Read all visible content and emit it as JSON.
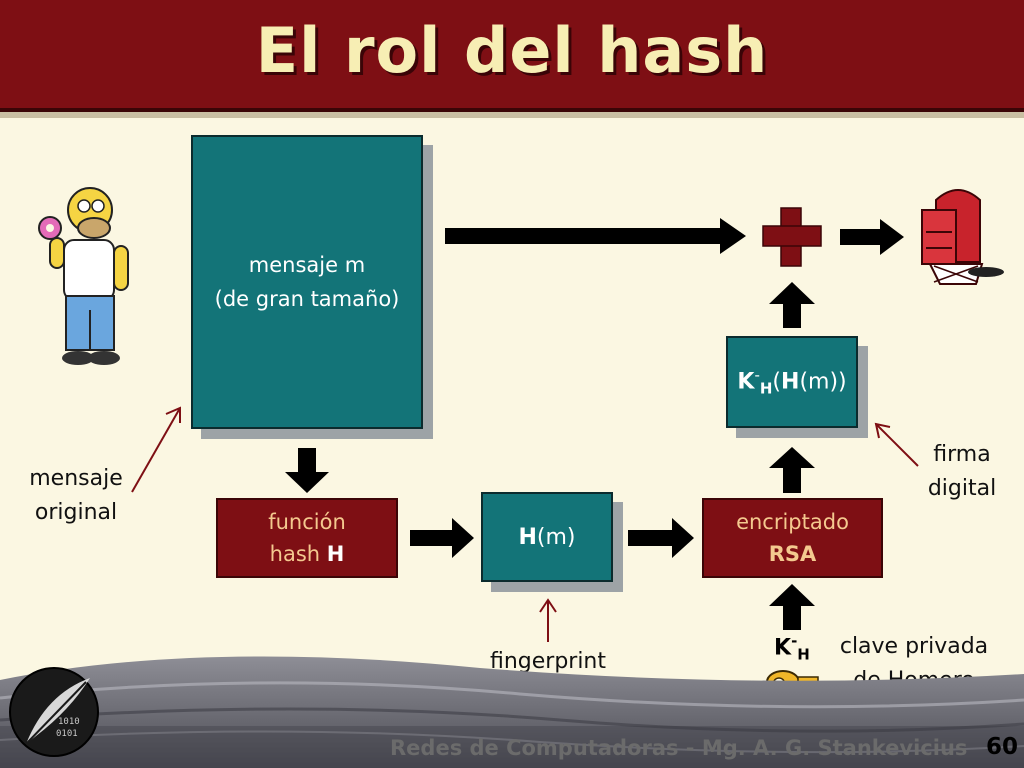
{
  "slide": {
    "title": "El rol del hash",
    "footer": "Redes de Computadoras - Mg. A. G. Stankevicius",
    "page_number": "60"
  },
  "diagram": {
    "message_box": {
      "line1": "mensaje m",
      "line2": "(de gran tamaño)"
    },
    "hash_function": {
      "line1": "función",
      "line2_prefix": "hash ",
      "line2_bold": "H"
    },
    "hash_value": {
      "bold": "H",
      "rest": "(m)"
    },
    "encryption": {
      "line1": "encriptado",
      "line2": "RSA"
    },
    "signature": {
      "k": "K",
      "sup": "-",
      "sub": "H",
      "bold_h": "H",
      "rest": "(m))",
      "open": "("
    },
    "key_label": {
      "k": "K",
      "sup": "-",
      "sub": "H"
    },
    "labels": {
      "original_message": [
        "mensaje",
        "original"
      ],
      "fingerprint": "fingerprint",
      "digital_signature": [
        "firma",
        "digital"
      ],
      "private_key": [
        "clave privada",
        "de Homero"
      ]
    }
  },
  "icons": [
    "homer-figure-icon",
    "plus-icon",
    "mailbox-icon",
    "key-icon",
    "feather-logo-icon"
  ],
  "colors": {
    "header": "#7e0f14",
    "teal_box": "#137478",
    "background": "#fbf7e2",
    "title_text": "#f7eeb4"
  }
}
